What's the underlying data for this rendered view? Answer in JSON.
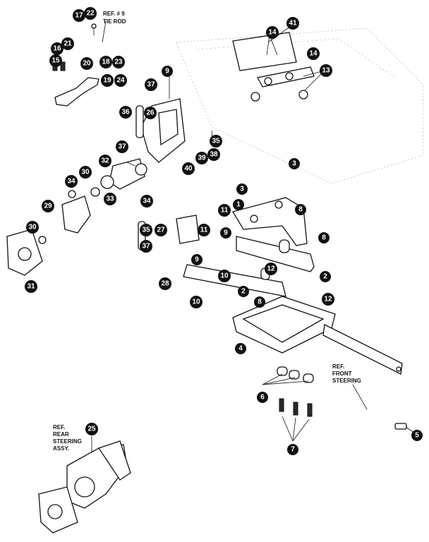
{
  "callouts": [
    {
      "id": "c1",
      "label": "1"
    },
    {
      "id": "c2a",
      "label": "2"
    },
    {
      "id": "c2b",
      "label": "2"
    },
    {
      "id": "c3a",
      "label": "3"
    },
    {
      "id": "c3b",
      "label": "3"
    },
    {
      "id": "c4",
      "label": "4"
    },
    {
      "id": "c5",
      "label": "5"
    },
    {
      "id": "c6",
      "label": "6"
    },
    {
      "id": "c7",
      "label": "7"
    },
    {
      "id": "c8a",
      "label": "8"
    },
    {
      "id": "c8b",
      "label": "8"
    },
    {
      "id": "c8c",
      "label": "8"
    },
    {
      "id": "c9a",
      "label": "9"
    },
    {
      "id": "c9b",
      "label": "9"
    },
    {
      "id": "c9c",
      "label": "9"
    },
    {
      "id": "c10a",
      "label": "10"
    },
    {
      "id": "c10b",
      "label": "10"
    },
    {
      "id": "c11a",
      "label": "11"
    },
    {
      "id": "c11b",
      "label": "11"
    },
    {
      "id": "c12a",
      "label": "12"
    },
    {
      "id": "c12b",
      "label": "12"
    },
    {
      "id": "c13",
      "label": "13"
    },
    {
      "id": "c14a",
      "label": "14"
    },
    {
      "id": "c14b",
      "label": "14"
    },
    {
      "id": "c15",
      "label": "15"
    },
    {
      "id": "c16",
      "label": "16"
    },
    {
      "id": "c17",
      "label": "17"
    },
    {
      "id": "c18",
      "label": "18"
    },
    {
      "id": "c19",
      "label": "19"
    },
    {
      "id": "c20",
      "label": "20"
    },
    {
      "id": "c21",
      "label": "21"
    },
    {
      "id": "c22",
      "label": "22"
    },
    {
      "id": "c23",
      "label": "23"
    },
    {
      "id": "c24",
      "label": "24"
    },
    {
      "id": "c25",
      "label": "25"
    },
    {
      "id": "c26",
      "label": "26"
    },
    {
      "id": "c27",
      "label": "27"
    },
    {
      "id": "c28",
      "label": "28"
    },
    {
      "id": "c29",
      "label": "29"
    },
    {
      "id": "c30a",
      "label": "30"
    },
    {
      "id": "c30b",
      "label": "30"
    },
    {
      "id": "c31",
      "label": "31"
    },
    {
      "id": "c32",
      "label": "32"
    },
    {
      "id": "c33",
      "label": "33"
    },
    {
      "id": "c34a",
      "label": "34"
    },
    {
      "id": "c34b",
      "label": "34"
    },
    {
      "id": "c35a",
      "label": "35"
    },
    {
      "id": "c35b",
      "label": "35"
    },
    {
      "id": "c36",
      "label": "36"
    },
    {
      "id": "c37a",
      "label": "37"
    },
    {
      "id": "c37b",
      "label": "37"
    },
    {
      "id": "c37c",
      "label": "37"
    },
    {
      "id": "c38",
      "label": "38"
    },
    {
      "id": "c39",
      "label": "39"
    },
    {
      "id": "c40",
      "label": "40"
    },
    {
      "id": "c41",
      "label": "41"
    }
  ],
  "references": {
    "tie_rod": [
      "REF. # 9",
      "TIE ROD"
    ],
    "front_steering": [
      "REF.",
      "FRONT",
      "STEERING"
    ],
    "rear_steering": [
      "REF.",
      "REAR",
      "STEERING",
      "ASSY."
    ]
  }
}
